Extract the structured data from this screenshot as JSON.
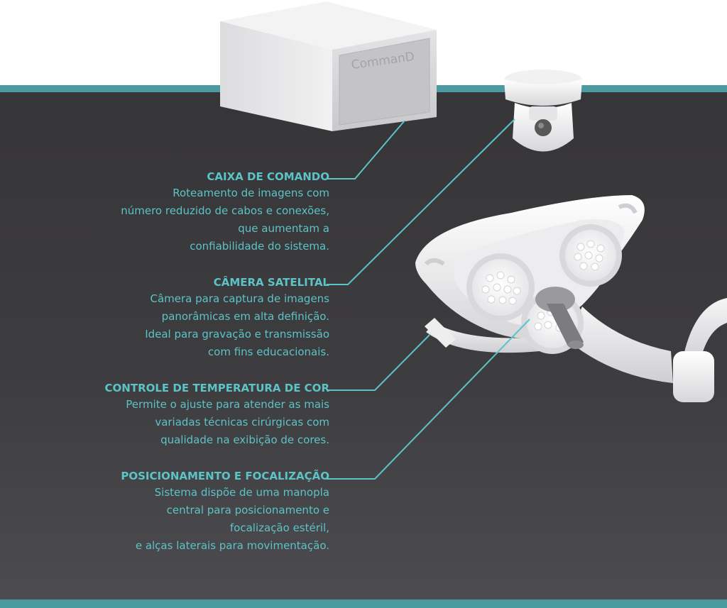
{
  "box_label": "CommanD",
  "callouts": [
    {
      "title": "CAIXA DE COMANDO",
      "lines": [
        "Roteamento de imagens com",
        "número reduzido de cabos e conexões,",
        "que aumentam a",
        "confiabilidade do sistema."
      ]
    },
    {
      "title": "CÂMERA SATELITAL",
      "lines": [
        "Câmera para captura de imagens",
        "panorâmicas em alta definição.",
        "Ideal para gravação e transmissão",
        "com fins educacionais."
      ]
    },
    {
      "title": "CONTROLE DE TEMPERATURA DE COR",
      "lines": [
        "Permite o ajuste para atender as mais",
        "variadas técnicas cirúrgicas com",
        "qualidade na exibição de cores."
      ]
    },
    {
      "title": "POSICIONAMENTO E FOCALIZAÇÃO",
      "lines": [
        "Sistema dispõe de uma manopla",
        "central para posicionamento e",
        "focalização estéril,",
        "e alças laterais para movimentação."
      ]
    }
  ],
  "colors": {
    "accent": "#5cc3c7",
    "stripe": "#4b9aa0",
    "panel": "#3a393c"
  }
}
